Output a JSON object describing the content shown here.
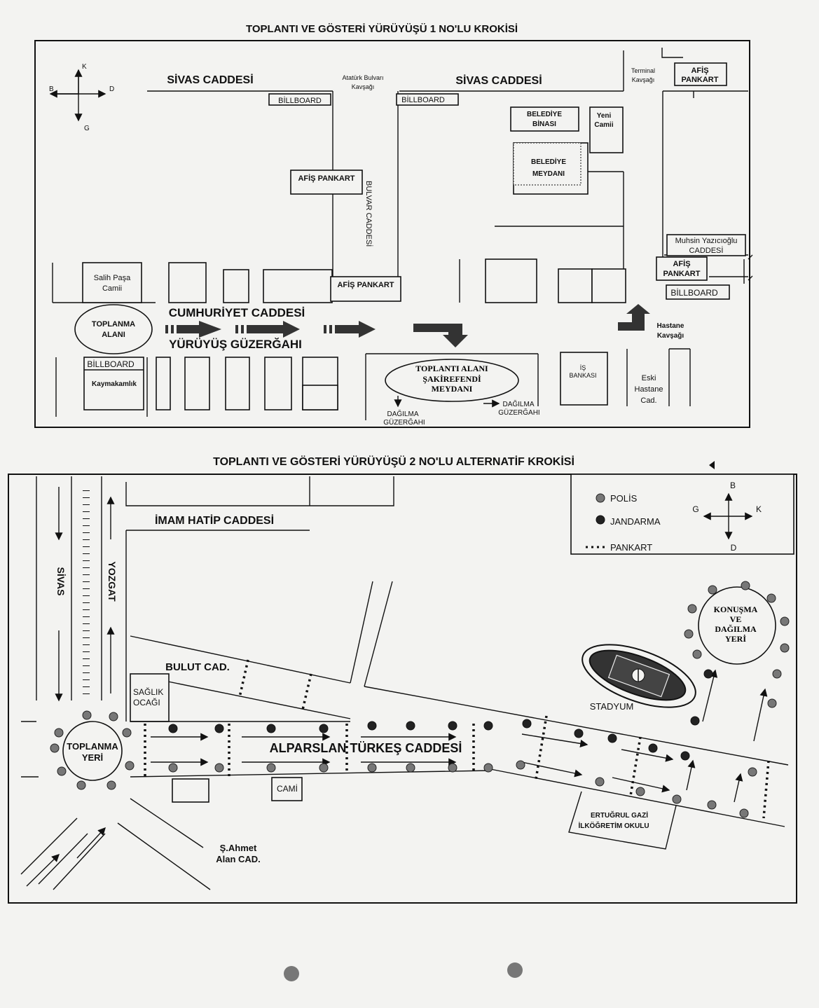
{
  "map1": {
    "title": "TOPLANTI VE GÖSTERİ YÜRÜYÜŞÜ 1 NO'LU KROKİSİ",
    "compass": {
      "n": "K",
      "s": "G",
      "e": "D",
      "w": "B"
    },
    "sivas1": "SİVAS CADDESİ",
    "sivas2": "SİVAS CADDESİ",
    "ataturk1": "Atatürk Bulvarı",
    "ataturk2": "Kavşağı",
    "billboard": "BİLLBOARD",
    "afis_pankart": "AFİŞ PANKART",
    "afis": "AFİŞ",
    "pankart": "PANKART",
    "terminal1": "Terminal",
    "terminal2": "Kavşağı",
    "belediye_binasi1": "BELEDİYE",
    "belediye_binasi2": "BİNASI",
    "yeni_camii1": "Yeni",
    "yeni_camii2": "Camii",
    "belediye_meydani1": "BELEDİYE",
    "belediye_meydani2": "MEYDANI",
    "bulvar": "BULVAR CADDESİ",
    "muhsin1": "Muhsin Yazıcıoğlu",
    "muhsin2": "CADDESİ",
    "salih1": "Salih Paşa",
    "salih2": "Camii",
    "toplanma1": "TOPLANMA",
    "toplanma2": "ALANI",
    "cumhuriyet": "CUMHURİYET CADDESİ",
    "guzergah": "YÜRÜYÜŞ GÜZERĞAHI",
    "hastane1": "Hastane",
    "hastane2": "Kavşağı",
    "kaymakamlik": "Kaymakamlık",
    "sakir1": "TOPLANTI ALANI",
    "sakir2": "ŞAKİREFENDİ",
    "sakir3": "MEYDANI",
    "dagilma": "DAĞILMA",
    "dagilma_guz": "GÜZERĞAHI",
    "is1": "İŞ",
    "is2": "BANKASI",
    "eski1": "Eski",
    "eski2": "Hastane",
    "eski3": "Cad."
  },
  "map2": {
    "title": "TOPLANTI VE GÖSTERİ YÜRÜYÜŞÜ 2 NO'LU ALTERNATİF KROKİSİ",
    "legend": {
      "polis": "POLİS",
      "jandarma": "JANDARMA",
      "pankart": "PANKART"
    },
    "compass": {
      "n": "B",
      "s": "D",
      "e": "K",
      "w": "G"
    },
    "imam": "İMAM HATİP CADDESİ",
    "sivas": "SİVAS",
    "yozgat": "YOZGAT",
    "bulut": "BULUT CAD.",
    "saglik1": "SAĞLIK",
    "saglik2": "OCAĞI",
    "toplanma1": "TOPLANMA",
    "toplanma2": "YERİ",
    "alparslan": "ALPARSLAN TÜRKEŞ CADDESİ",
    "cami": "CAMİ",
    "sahmet1": "Ş.Ahmet",
    "sahmet2": "Alan CAD.",
    "stadyum": "STADYUM",
    "konusma1": "KONUŞMA",
    "konusma2": "VE",
    "konusma3": "DAĞILMA",
    "konusma4": "YERİ",
    "okul1": "ERTUĞRUL GAZİ",
    "okul2": "İLKÖĞRETİM OKULU"
  },
  "colors": {
    "ink": "#111111",
    "paper": "#f3f3f1",
    "police": "#777777",
    "gendarmerie": "#222222"
  }
}
